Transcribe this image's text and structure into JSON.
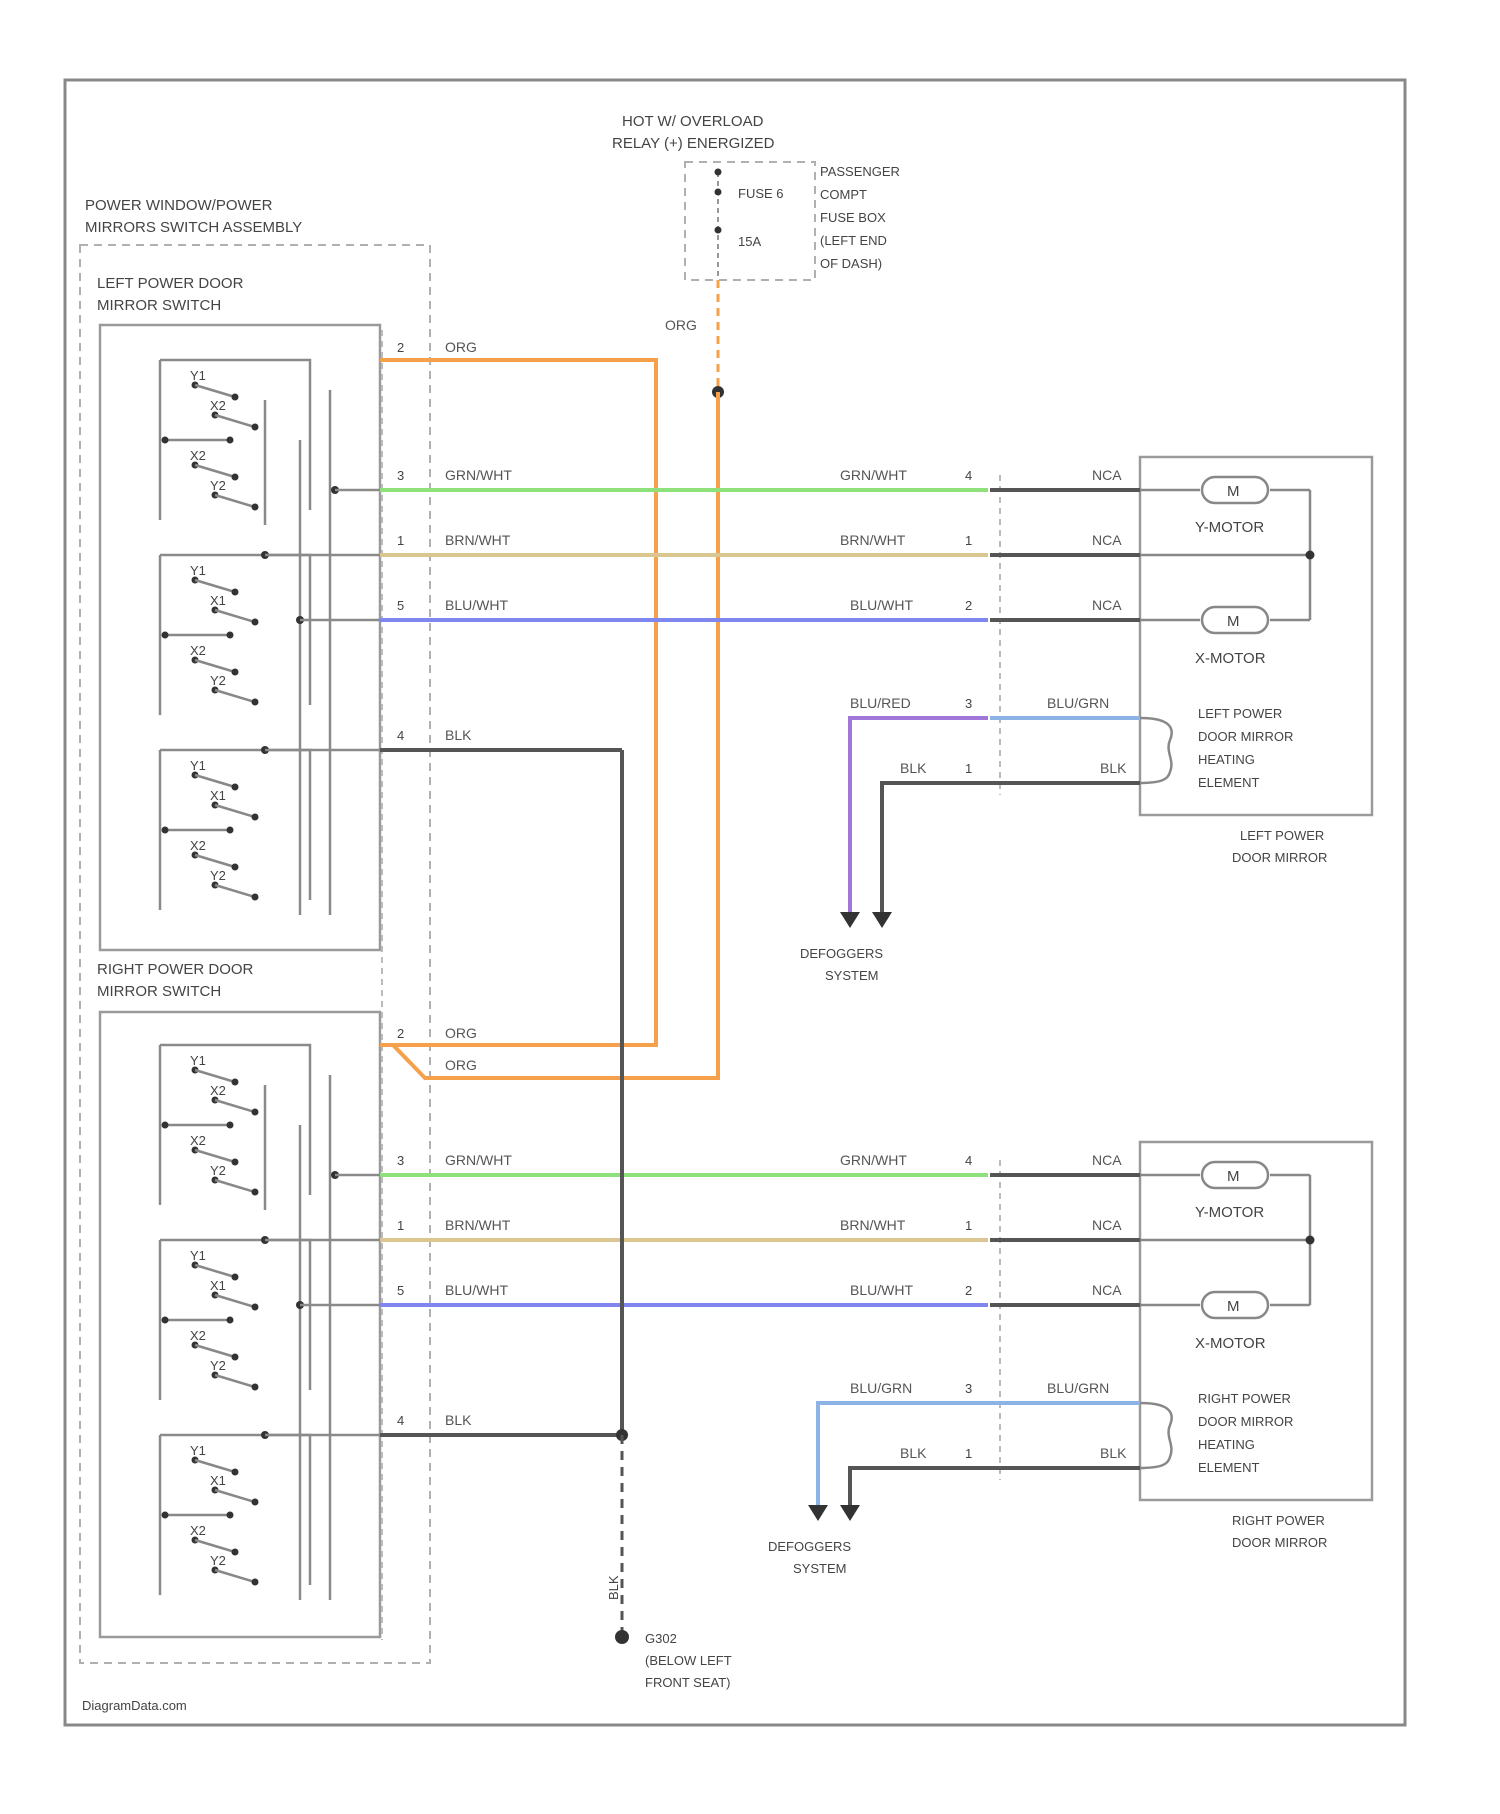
{
  "relay": {
    "line1": "HOT W/ OVERLOAD",
    "line2": "RELAY (+) ENERGIZED",
    "fuse": "FUSE 6",
    "amps": "15A",
    "box1": "PASSENGER",
    "box2": "COMPT",
    "box3": "FUSE BOX",
    "box4": "(LEFT END",
    "box5": "OF DASH)"
  },
  "assembly": {
    "line1": "POWER WINDOW/POWER",
    "line2": "MIRRORS SWITCH ASSEMBLY"
  },
  "left_switch": {
    "line1": "LEFT POWER DOOR",
    "line2": "MIRROR SWITCH"
  },
  "right_switch": {
    "line1": "RIGHT POWER DOOR",
    "line2": "MIRROR SWITCH"
  },
  "contacts": {
    "y1": "Y1",
    "y2": "Y2",
    "x1": "X1",
    "x2": "X2"
  },
  "wires": {
    "org": "ORG",
    "grn_wht": "GRN/WHT",
    "brn_wht": "BRN/WHT",
    "blu_wht": "BLU/WHT",
    "blk": "BLK",
    "blu_red": "BLU/RED",
    "blu_grn": "BLU/GRN",
    "nca": "NCA"
  },
  "pins": {
    "p1": "1",
    "p2": "2",
    "p3": "3",
    "p4": "4",
    "p5": "5"
  },
  "left_mirror": {
    "y_motor": "Y-MOTOR",
    "x_motor": "X-MOTOR",
    "motor_symbol": "M",
    "heat1": "LEFT POWER",
    "heat2": "DOOR MIRROR",
    "heat3": "HEATING",
    "heat4": "ELEMENT",
    "name1": "LEFT POWER",
    "name2": "DOOR MIRROR"
  },
  "right_mirror": {
    "y_motor": "Y-MOTOR",
    "x_motor": "X-MOTOR",
    "motor_symbol": "M",
    "heat1": "RIGHT POWER",
    "heat2": "DOOR MIRROR",
    "heat3": "HEATING",
    "heat4": "ELEMENT",
    "name1": "RIGHT POWER",
    "name2": "DOOR MIRROR"
  },
  "defogger": {
    "line1": "DEFOGGERS",
    "line2": "SYSTEM"
  },
  "ground": {
    "wire": "BLK",
    "id": "G302",
    "line2": "(BELOW LEFT",
    "line3": "FRONT SEAT)"
  },
  "watermark": "DiagramData.com",
  "colors": {
    "org": "#f5a04a",
    "grn_wht": "#8ee07a",
    "brn_wht": "#d9c690",
    "blu_wht": "#7f86ee",
    "blu_red": "#a077d8",
    "blu_grn": "#8cb2e6",
    "blk": "#555555"
  }
}
